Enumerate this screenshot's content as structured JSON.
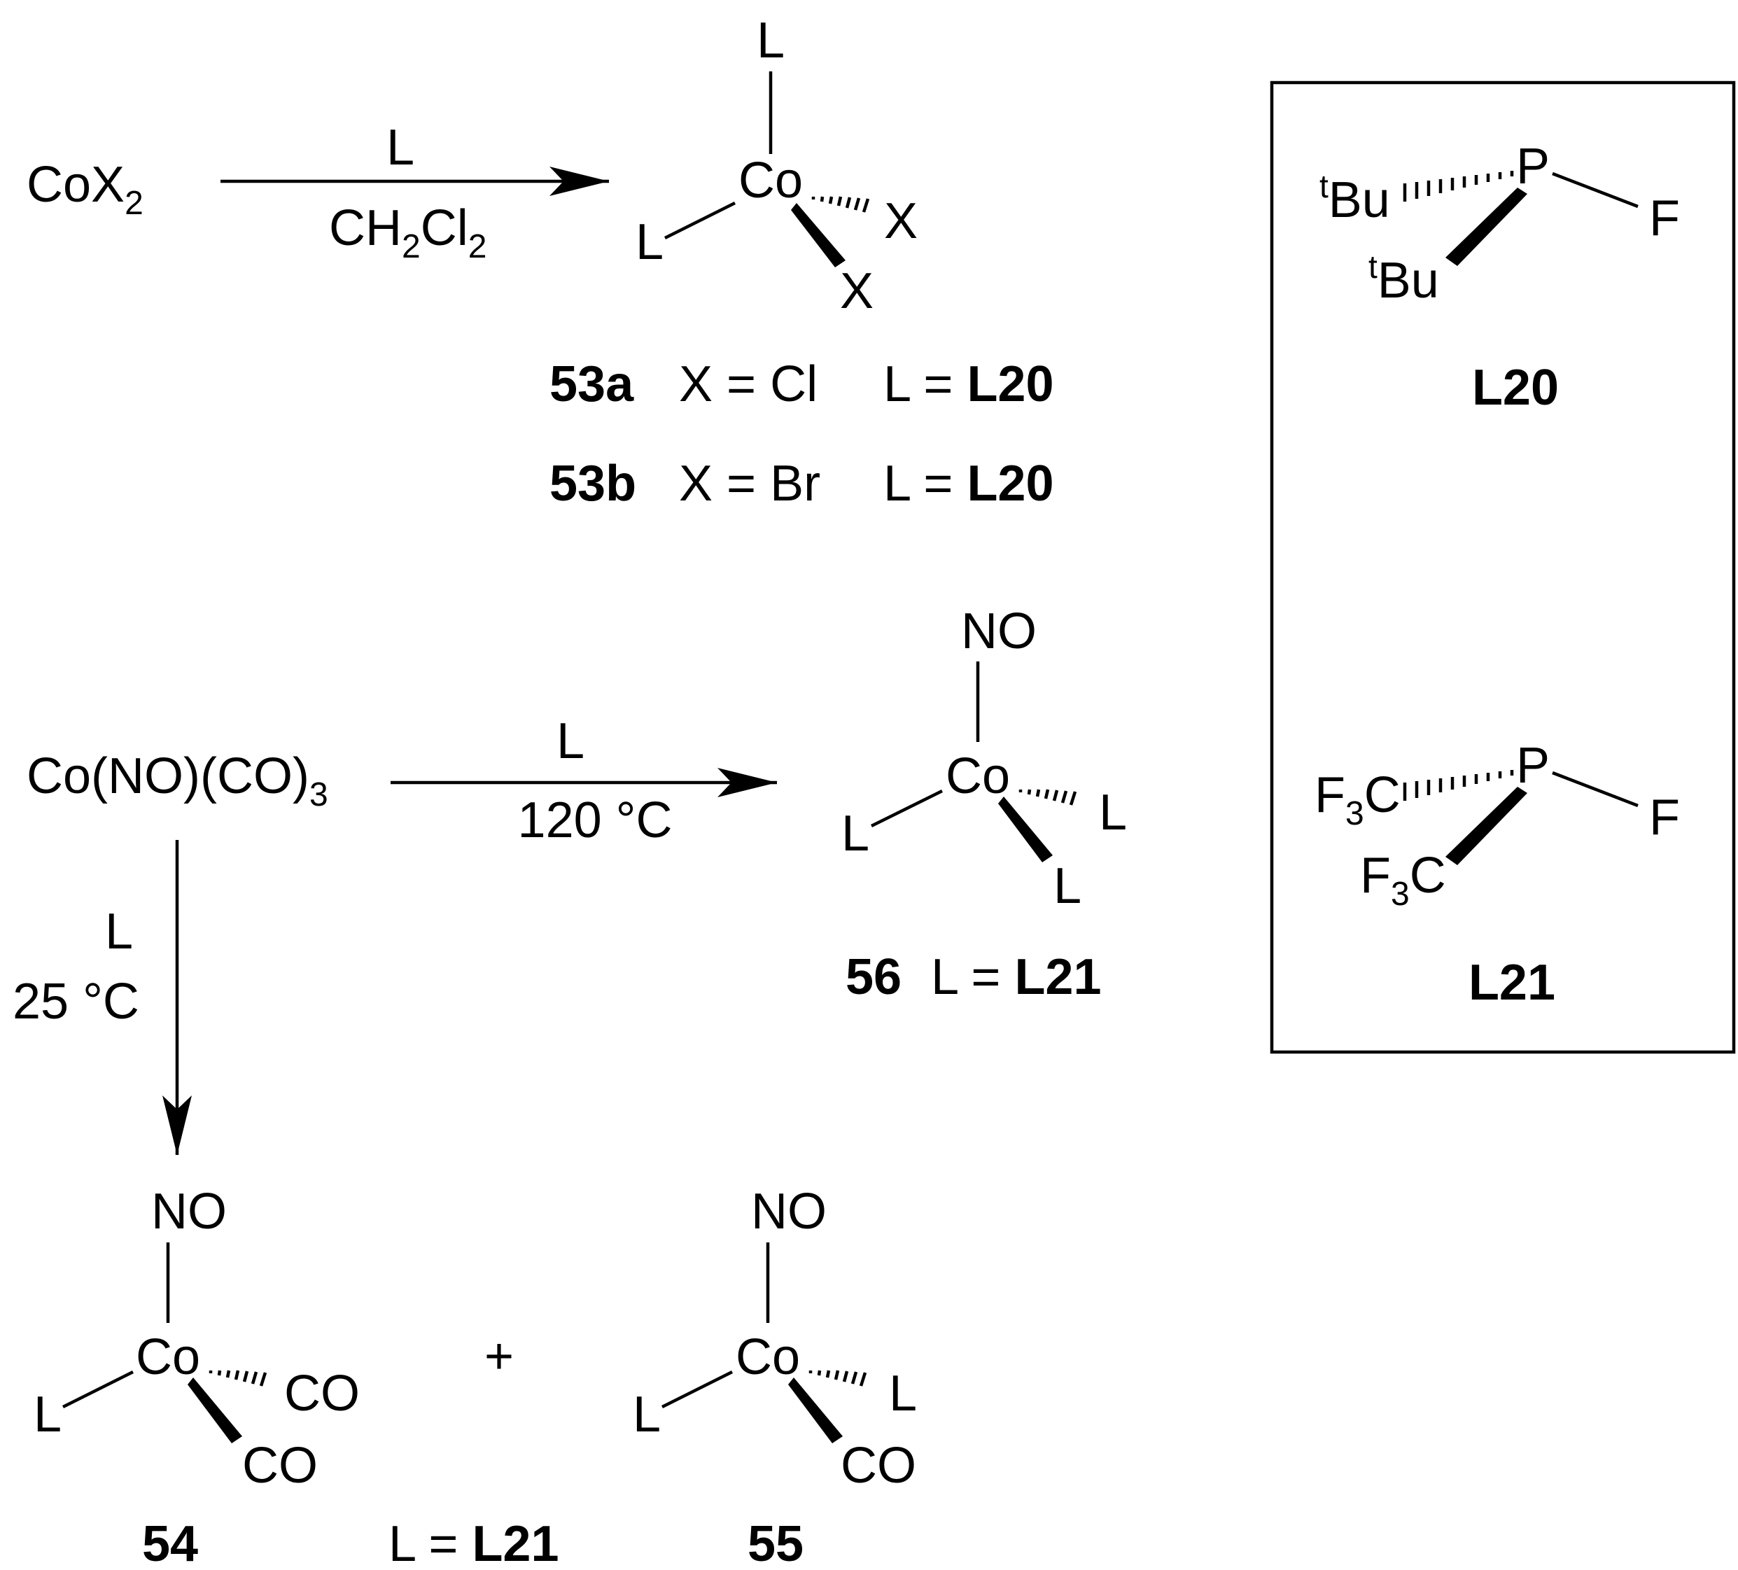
{
  "reaction1": {
    "reactant_main": "CoX",
    "reactant_sub": "2",
    "reagent_top": "L",
    "reagent_bottom": [
      "CH",
      "2",
      "Cl",
      "2"
    ],
    "product_atoms": {
      "center": "Co",
      "top": "L",
      "left": "L",
      "hash": "X",
      "wedge": "X"
    },
    "labels": [
      {
        "id": "53a",
        "x_eq": "X = Cl",
        "l_eq_prefix": "L = ",
        "ligand": "L20"
      },
      {
        "id": "53b",
        "x_eq": "X = Br",
        "l_eq_prefix": "L = ",
        "ligand": "L20"
      }
    ]
  },
  "reaction2": {
    "reactant": [
      "Co(NO)(CO)",
      "3"
    ],
    "reagent_top": "L",
    "reagent_bottom": "120 °C",
    "product": {
      "center": "Co",
      "top": "NO",
      "left": "L",
      "hash": "L",
      "wedge": "L",
      "id": "56",
      "l_eq_prefix": "L = ",
      "ligand": "L21"
    }
  },
  "reaction3": {
    "reagent_top": "L",
    "reagent_bottom": "25 °C",
    "product54": {
      "center": "Co",
      "top": "NO",
      "left": "L",
      "hash": "CO",
      "wedge": "CO",
      "id": "54"
    },
    "plus": "+",
    "product55": {
      "center": "Co",
      "top": "NO",
      "left": "L",
      "hash": "L",
      "wedge": "CO",
      "id": "55"
    },
    "shared_label": {
      "prefix": "L = ",
      "ligand": "L21"
    }
  },
  "ligand_box": {
    "L20": {
      "p": "P",
      "f": "F",
      "tbu_sup": "t",
      "tbu_main": "Bu",
      "name": "L20"
    },
    "L21": {
      "p": "P",
      "f": "F",
      "cf3_f": "F",
      "cf3_sub": "3",
      "cf3_c": "C",
      "name": "L21"
    }
  }
}
